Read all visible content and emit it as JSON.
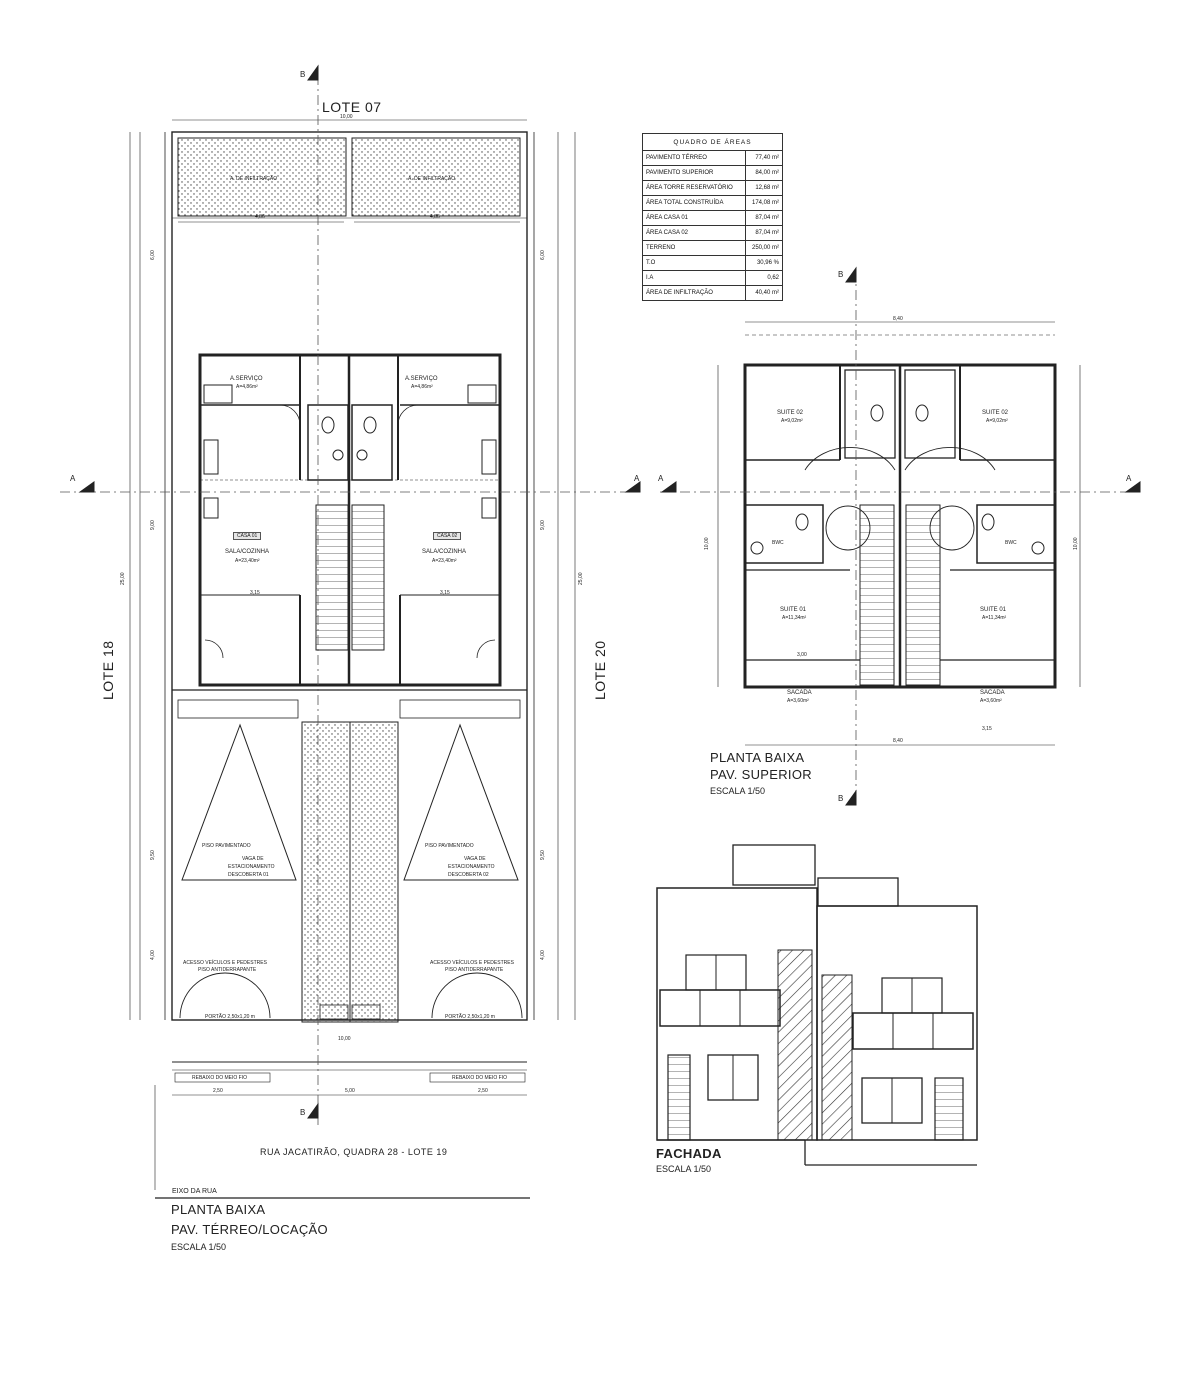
{
  "ground_plan": {
    "lot_top": "LOTE 07",
    "lot_left": "LOTE 18",
    "lot_right": "LOTE 20",
    "lot_width": "10,00",
    "house1_label": "CASA 01",
    "house2_label": "CASA 02",
    "service1": "A.SERVIÇO",
    "service1_area": "A=4,86m²",
    "service2": "A.SERVIÇO",
    "service2_area": "A=4,86m²",
    "living1": "SALA/COZINHA",
    "living1_area": "A=23,40m²",
    "living2": "SALA/COZINHA",
    "living2_area": "A=23,40m²",
    "parking1_floor": "PISO PAVIMENTADO",
    "parking1_a": "VAGA DE",
    "parking1_b": "ESTACIONAMENTO",
    "parking1_c": "DESCOBERTA 01",
    "parking2_floor": "PISO PAVIMENTADO",
    "parking2_a": "VAGA DE",
    "parking2_b": "ESTACIONAMENTO",
    "parking2_c": "DESCOBERTA 02",
    "access1": "ACESSO VEÍCULOS E PEDESTRES",
    "access1_b": "PISO ANTIDERRAPANTE",
    "access2": "ACESSO VEÍCULOS E PEDESTRES",
    "access2_b": "PISO ANTIDERRAPANTE",
    "gate1": "PORTÃO 2,50x1,20 m",
    "gate2": "PORTÃO 2,50x1,20 m",
    "infiltration1": "A. DE INFILTRAÇÃO",
    "infiltration2": "A. DE INFILTRAÇÃO",
    "curb1": "REBAIXO DO MEIO FIO",
    "curb2": "REBAIXO DO MEIO FIO",
    "dim_250_a": "2,50",
    "dim_500": "5,00",
    "dim_250_b": "2,50",
    "dim_486_a": "4,86",
    "dim_486_b": "4,86",
    "dim_400_a": "4,00",
    "dim_400_b": "4,00",
    "dim_315_a": "3,15",
    "dim_315_b": "3,15",
    "dim_1000_bottom": "10,00",
    "dim_600_l": "6,00",
    "dim_600_r": "6,00",
    "dim_900_l": "9,00",
    "dim_900_r": "9,00",
    "dim_950_l": "9,50",
    "dim_950_r": "9,50",
    "dim_25_l": "25,00",
    "dim_25_r": "25,00",
    "street": "RUA JACATIRÃO, QUADRA 28 - LOTE 19",
    "axis": "EIXO DA RUA",
    "title1": "PLANTA BAIXA",
    "title2": "PAV. TÉRREO/LOCAÇÃO",
    "scale": "ESCALA 1/50"
  },
  "upper_plan": {
    "suite02_l": "SUITE 02",
    "suite02_l_area": "A=9,02m²",
    "suite02_r": "SUITE 02",
    "suite02_r_area": "A=9,02m²",
    "suite01_l": "SUITE 01",
    "suite01_l_area": "A=11,34m²",
    "suite01_r": "SUITE 01",
    "suite01_r_area": "A=11,34m²",
    "bwc_l": "BWC",
    "bwc_r": "BWC",
    "balcony_l": "SACADA",
    "balcony_l_area": "A=3,60m²",
    "balcony_r": "SACADA",
    "balcony_r_area": "A=3,60m²",
    "dim_width": "8,40",
    "dim_height": "10,00",
    "dim_315": "3,15",
    "dim_300": "3,00",
    "title1": "PLANTA BAIXA",
    "title2": "PAV. SUPERIOR",
    "scale": "ESCALA 1/50"
  },
  "section_marks": {
    "b": "B",
    "a": "A"
  },
  "areas_table": {
    "header": "QUADRO DE ÁREAS",
    "rows": [
      {
        "label": "PAVIMENTO TÉRREO",
        "value": "77,40 m²"
      },
      {
        "label": "PAVIMENTO SUPERIOR",
        "value": "84,00 m²"
      },
      {
        "label": "ÁREA TORRE RESERVATÓRIO",
        "value": "12,68 m²"
      },
      {
        "label": "ÁREA TOTAL CONSTRUÍDA",
        "value": "174,08 m²"
      },
      {
        "label": "ÁREA CASA 01",
        "value": "87,04 m²"
      },
      {
        "label": "ÁREA CASA 02",
        "value": "87,04 m²"
      },
      {
        "label": "TERRENO",
        "value": "250,00 m²"
      },
      {
        "label": "T.O",
        "value": "30,96 %"
      },
      {
        "label": "I.A",
        "value": "0,62"
      },
      {
        "label": "ÁREA DE INFILTRAÇÃO",
        "value": "40,40 m²"
      }
    ]
  },
  "facade": {
    "title": "FACHADA",
    "scale": "ESCALA 1/50"
  }
}
